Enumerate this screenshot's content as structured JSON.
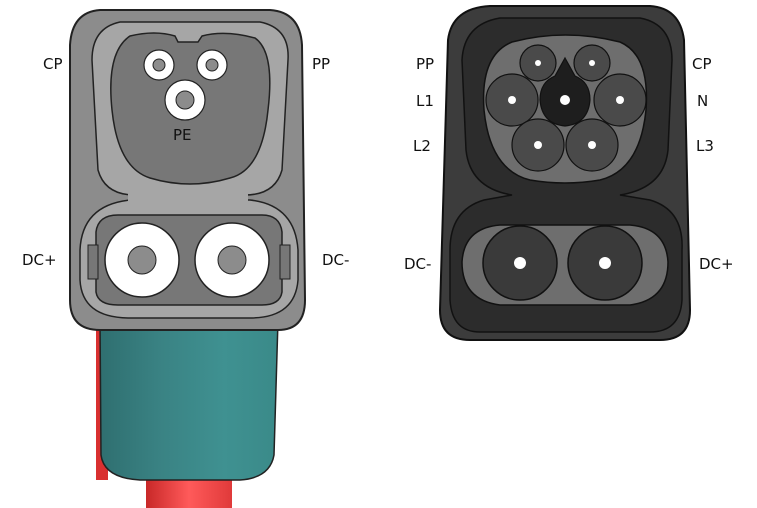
{
  "connectors": {
    "plug": {
      "labels": {
        "cp": "CP",
        "pp": "PP",
        "pe": "PE",
        "dc_plus": "DC+",
        "dc_minus": "DC-"
      }
    },
    "socket": {
      "labels": {
        "pp": "PP",
        "cp": "CP",
        "l1": "L1",
        "n": "N",
        "l2": "L2",
        "l3": "L3",
        "dc_minus": "DC-",
        "dc_plus": "DC+"
      }
    }
  },
  "colors": {
    "plug_body": "#8c8c8c",
    "plug_face": "#a6a6a6",
    "plug_well": "#777777",
    "pin_white": "#ffffff",
    "cable_teal": "#3a8c8c",
    "cable_red": "#e03a3a",
    "socket_body": "#3c3c3c",
    "socket_face": "#2c2c2c",
    "socket_well": "#6e6e6e",
    "socket_pin": "#4a4a4a",
    "socket_pe": "#1e1e1e"
  }
}
